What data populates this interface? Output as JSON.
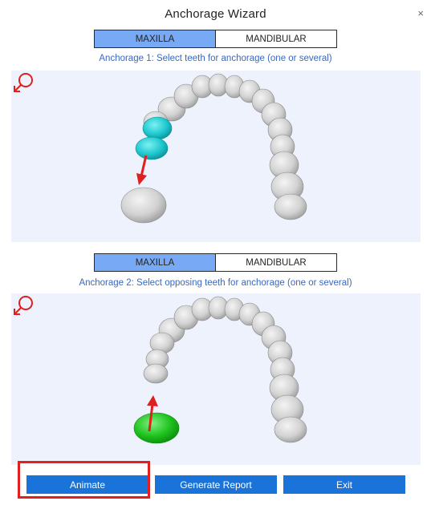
{
  "dialog": {
    "title": "Anchorage Wizard",
    "close_symbol": "×"
  },
  "anchorage1": {
    "tabs": {
      "maxilla": "MAXILLA",
      "mandibular": "MANDIBULAR",
      "selected": "MAXILLA"
    },
    "instruction": "Anchorage 1: Select teeth for anchorage (one or several)",
    "selection_color": "#1ec8cf",
    "arrow": "down"
  },
  "anchorage2": {
    "tabs": {
      "maxilla": "MAXILLA",
      "mandibular": "MANDIBULAR",
      "selected": "MAXILLA"
    },
    "instruction": "Anchorage 2: Select opposing teeth for anchorage (one or several)",
    "selection_color": "#1dc21d",
    "arrow": "up"
  },
  "colors": {
    "accent_tab": "#78a9f5",
    "button": "#1a73d9",
    "viewport_bg": "#eef2fd",
    "arrow_red": "#e01f1f",
    "highlight": "#e01f1f"
  },
  "icons": {
    "reset_view": "reset-view-icon"
  },
  "footer": {
    "animate": "Animate",
    "report": "Generate Report",
    "exit": "Exit"
  }
}
